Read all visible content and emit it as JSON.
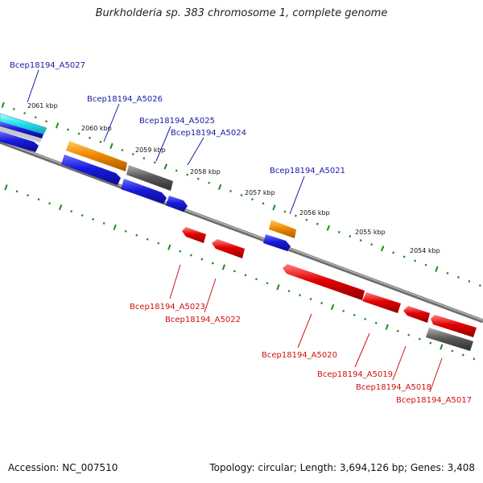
{
  "title": "Burkholderia sp. 383 chromosome 1, complete genome",
  "footer": {
    "accession": "Accession: NC_007510",
    "summary": "Topology: circular; Length: 3,694,126 bp; Genes: 3,408"
  },
  "colors": {
    "backbone": "#808080",
    "tick": "#1e8a1e",
    "label_top": "#1a1aa6",
    "label_bottom": "#d01010",
    "gene_blue": "#1a1acc",
    "gene_orange": "#f08a00",
    "gene_grey": "#555555",
    "gene_red": "#e00000",
    "gene_cyan": "#22e0ee"
  },
  "kbp_labels": [
    "2061 kbp",
    "2060 kbp",
    "2059 kbp",
    "2058 kbp",
    "2057 kbp",
    "2056 kbp",
    "2055 kbp",
    "2054 kbp"
  ],
  "gene_labels_top": [
    "Bcep18194_A5027",
    "Bcep18194_A5026",
    "Bcep18194_A5025",
    "Bcep18194_A5024",
    "Bcep18194_A5021"
  ],
  "gene_labels_bottom": [
    "Bcep18194_A5023",
    "Bcep18194_A5022",
    "Bcep18194_A5020",
    "Bcep18194_A5019",
    "Bcep18194_A5018",
    "Bcep18194_A5017"
  ]
}
